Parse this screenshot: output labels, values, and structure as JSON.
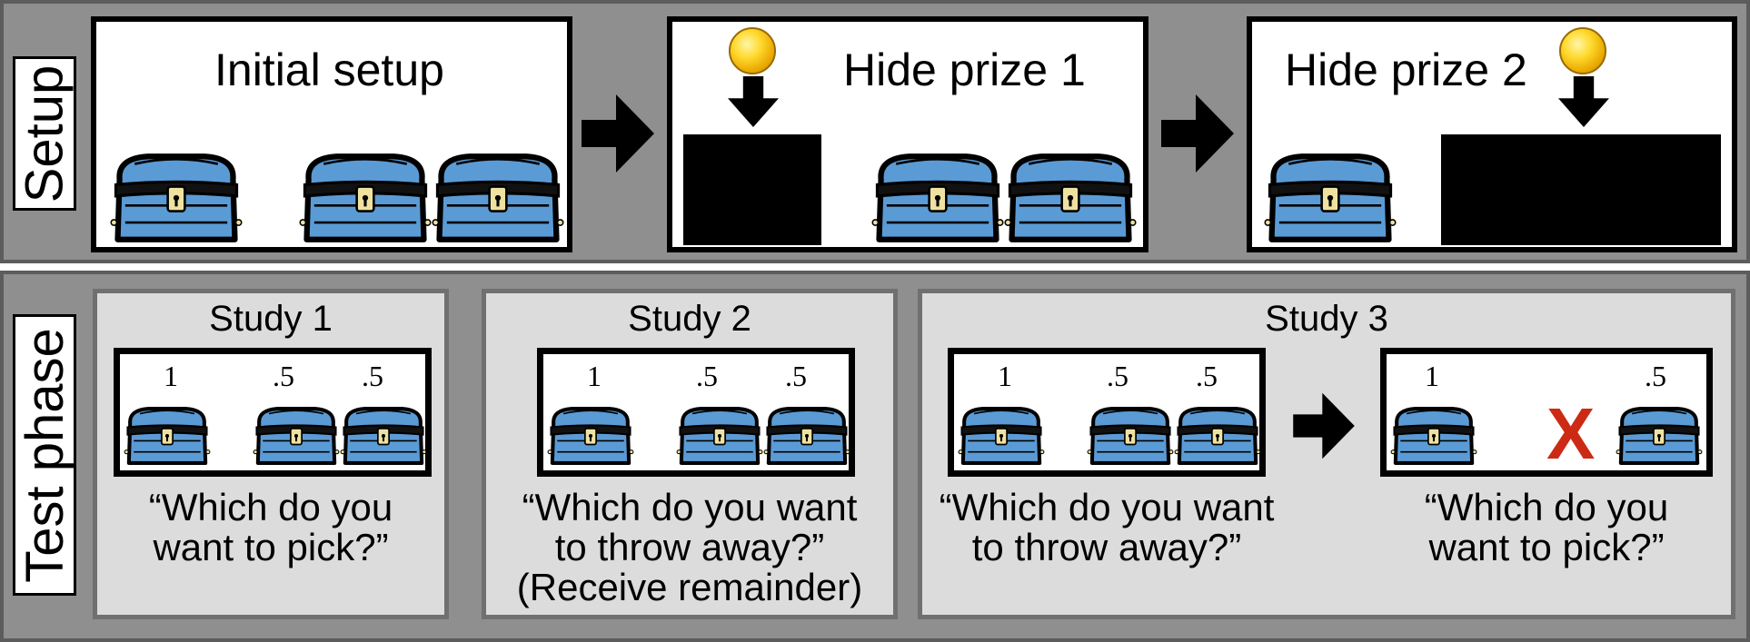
{
  "colors": {
    "chest_body": "#5b9bd5",
    "chest_band": "#111111",
    "lock": "#efe2a0",
    "coin": "#ffd92e",
    "x_mark": "#cc2a14",
    "band_background": "#8f8f8f",
    "study_background": "#dcdcdc"
  },
  "icons": [
    "treasure-chest-icon",
    "gold-coin-icon",
    "arrow-down-icon",
    "arrow-right-icon",
    "x-mark-icon"
  ],
  "setup": {
    "label": "Setup",
    "panels": [
      {
        "title": "Initial setup"
      },
      {
        "title": "Hide prize 1"
      },
      {
        "title": "Hide prize 2"
      }
    ]
  },
  "test": {
    "label": "Test phase",
    "studies": [
      {
        "title": "Study 1",
        "probs": [
          "1",
          ".5",
          ".5"
        ],
        "quote_line1": "“Which do you",
        "quote_line2": "want to pick?”"
      },
      {
        "title": "Study 2",
        "probs": [
          "1",
          ".5",
          ".5"
        ],
        "quote_line1": "“Which do you want",
        "quote_line2": "to throw away?”",
        "note": "(Receive remainder)"
      },
      {
        "title": "Study 3",
        "first": {
          "probs": [
            "1",
            ".5",
            ".5"
          ],
          "quote_line1": "“Which do you want",
          "quote_line2": "to throw away?”"
        },
        "second": {
          "probs": [
            "1",
            ".5"
          ],
          "x_label": "X",
          "quote_line1": "“Which do you",
          "quote_line2": "want to pick?”"
        }
      }
    ]
  }
}
